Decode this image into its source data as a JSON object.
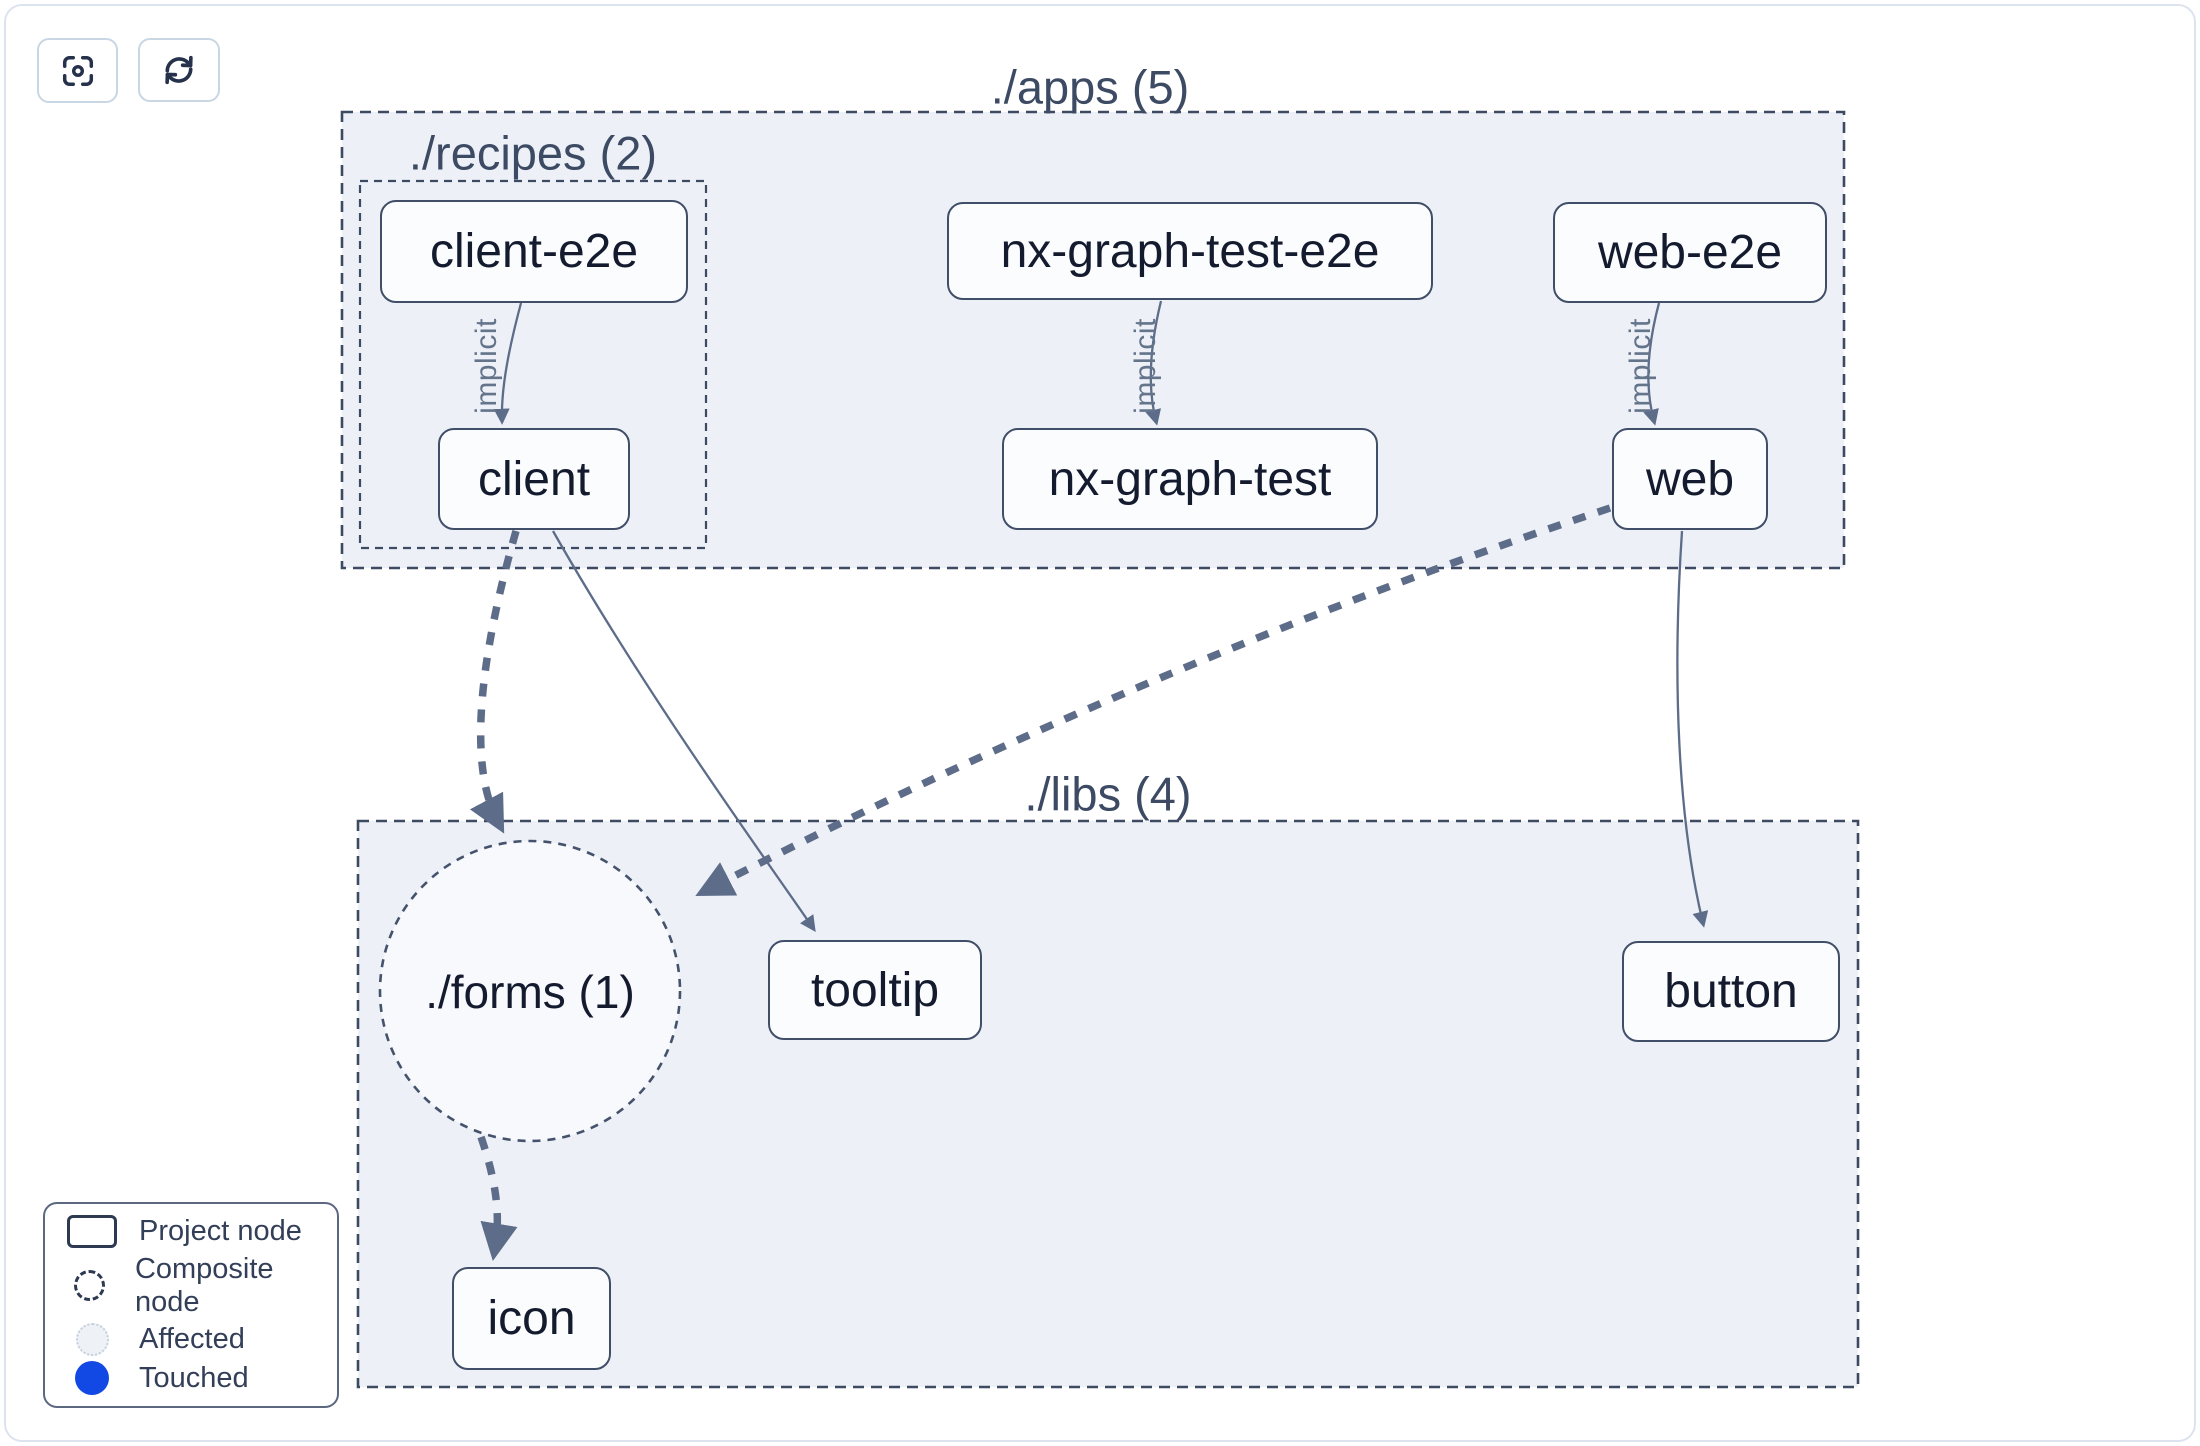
{
  "toolbar": {
    "buttons": [
      {
        "name": "center-graph",
        "icon": "focus-icon"
      },
      {
        "name": "refresh-graph",
        "icon": "refresh-icon"
      }
    ]
  },
  "graph": {
    "containers": [
      {
        "id": "apps",
        "label": "./apps (5)"
      },
      {
        "id": "recipes",
        "label": "./recipes (2)"
      },
      {
        "id": "libs",
        "label": "./libs (4)"
      }
    ],
    "composite": {
      "id": "forms",
      "label": "./forms (1)"
    },
    "nodes": [
      "client-e2e",
      "client",
      "nx-graph-test-e2e",
      "nx-graph-test",
      "web-e2e",
      "web",
      "tooltip",
      "button",
      "icon"
    ],
    "edges": [
      {
        "from": "client-e2e",
        "to": "client",
        "type": "implicit",
        "label": "implicit"
      },
      {
        "from": "nx-graph-test-e2e",
        "to": "nx-graph-test",
        "type": "implicit",
        "label": "implicit"
      },
      {
        "from": "web-e2e",
        "to": "web",
        "type": "implicit",
        "label": "implicit"
      },
      {
        "from": "client",
        "to": "./forms (1)",
        "type": "composite-dashed"
      },
      {
        "from": "client",
        "to": "tooltip",
        "type": "static"
      },
      {
        "from": "web",
        "to": "./forms (1)",
        "type": "composite-dashed"
      },
      {
        "from": "web",
        "to": "button",
        "type": "static"
      },
      {
        "from": "./forms (1)",
        "to": "icon",
        "type": "composite-dashed"
      }
    ]
  },
  "legend": {
    "items": [
      {
        "icon": "project-node-icon",
        "label": "Project node"
      },
      {
        "icon": "composite-node-icon",
        "label": "Composite node"
      },
      {
        "icon": "affected-icon",
        "label": "Affected"
      },
      {
        "icon": "touched-icon",
        "label": "Touched"
      }
    ]
  },
  "colors": {
    "container_fill": "#edf1f7",
    "container_border": "#3e4a61",
    "node_fill": "#fbfcfe",
    "node_border": "#414e68",
    "node_text": "#141b2f",
    "edge": "#5d6c88",
    "implicit_label": "#64748b",
    "touched_blue": "#1248e4",
    "affected_fill": "#eef1f6",
    "card_border": "#dde3ee"
  }
}
